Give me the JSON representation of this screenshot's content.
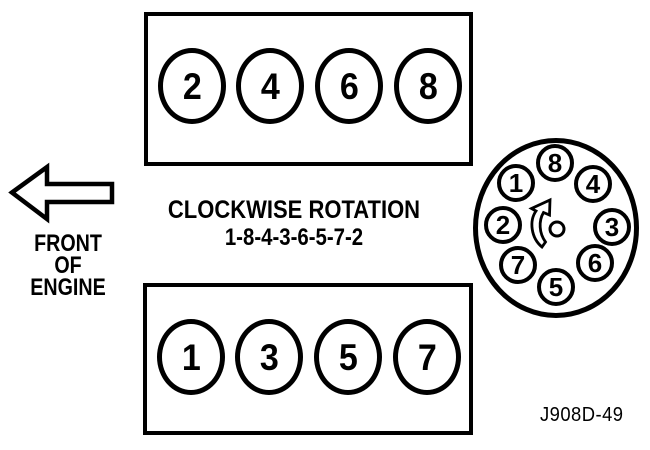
{
  "canvas": {
    "background": "#ffffff",
    "ink": "#000000"
  },
  "front_of_engine": {
    "lines": [
      "FRONT",
      "OF",
      "ENGINE"
    ]
  },
  "rotation": {
    "direction_label": "CLOCKWISE ROTATION",
    "firing_order": "1-8-4-3-6-5-7-2"
  },
  "cylinder_banks": {
    "top": {
      "cylinders": [
        "2",
        "4",
        "6",
        "8"
      ]
    },
    "bottom": {
      "cylinders": [
        "1",
        "3",
        "5",
        "7"
      ]
    }
  },
  "distributor": {
    "pins_clockwise_from_top": [
      "8",
      "4",
      "3",
      "6",
      "5",
      "7",
      "2",
      "1"
    ]
  },
  "figure_code": "J908D-49"
}
